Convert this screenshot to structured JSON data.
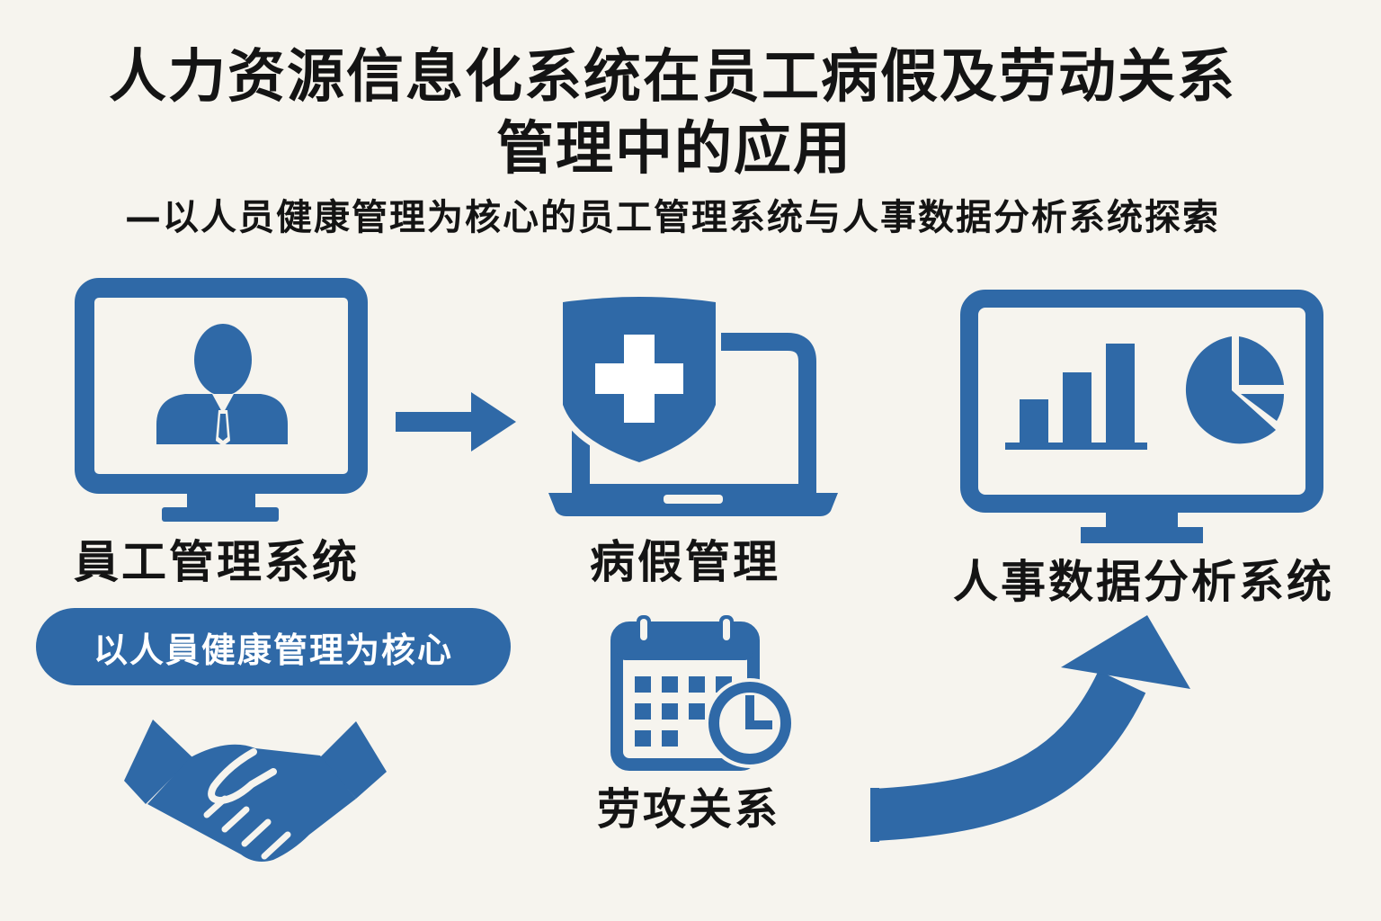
{
  "title": {
    "line1": "人力资源信息化系统在员工病假及劳动关系",
    "line2": "管理中的应用"
  },
  "subtitle": "—以人员健康管理为核心的员工管理系统与人事数据分析系统探索",
  "nodes": {
    "employee_system": {
      "label": "員工管理系统",
      "badge": "以人員健康管理为核心",
      "icon": "monitor-person-icon"
    },
    "sick_leave": {
      "label": "病假管理",
      "icon": "laptop-medical-shield-icon"
    },
    "labor_relations": {
      "label": "劳攻关系",
      "icon": "calendar-clock-icon"
    },
    "hr_analytics": {
      "label": "人事数据分析系统",
      "icon": "monitor-charts-icon"
    }
  },
  "decor": {
    "handshake": "handshake-icon",
    "arrow_right": "arrow-right-icon",
    "curved_arrow": "curved-arrow-icon"
  },
  "colors": {
    "accent": "#2f69a7",
    "background": "#f6f4ee",
    "text": "#141414"
  }
}
